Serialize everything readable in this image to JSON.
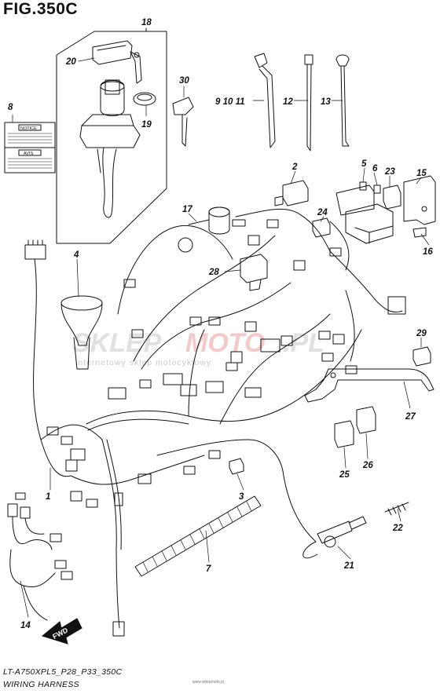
{
  "header": {
    "figure_title": "FIG.350C"
  },
  "callouts": {
    "c1": "1",
    "c2": "2",
    "c3": "3",
    "c4": "4",
    "c5": "5",
    "c6": "6",
    "c7": "7",
    "c8": "8",
    "c9_10_11": "9 10 11",
    "c12": "12",
    "c13": "13",
    "c14": "14",
    "c15": "15",
    "c16": "16",
    "c17": "17",
    "c18": "18",
    "c19": "19",
    "c20": "20",
    "c21": "21",
    "c22": "22",
    "c23": "23",
    "c24": "24",
    "c25": "25",
    "c26": "26",
    "c27": "27",
    "c28": "28",
    "c29": "29",
    "c30": "30"
  },
  "label_plate": {
    "line1": "NOTICE",
    "line2": "AVIS"
  },
  "fwd_arrow": {
    "label": "FWD"
  },
  "watermark": {
    "part1": "SKLEP",
    "part2": "MOTO",
    "part3": ".PL",
    "tagline": "internetowy sklep motocyklowy"
  },
  "footer": {
    "reference_code": "LT-A750XPL5_P28_P33_350C",
    "section_name": "WIRING HARNESS",
    "small_print": "www.sklepmoto.pl"
  },
  "colors": {
    "line": "#111111",
    "watermark_gray": "#c8c8c8",
    "watermark_red": "#e58a8a"
  }
}
